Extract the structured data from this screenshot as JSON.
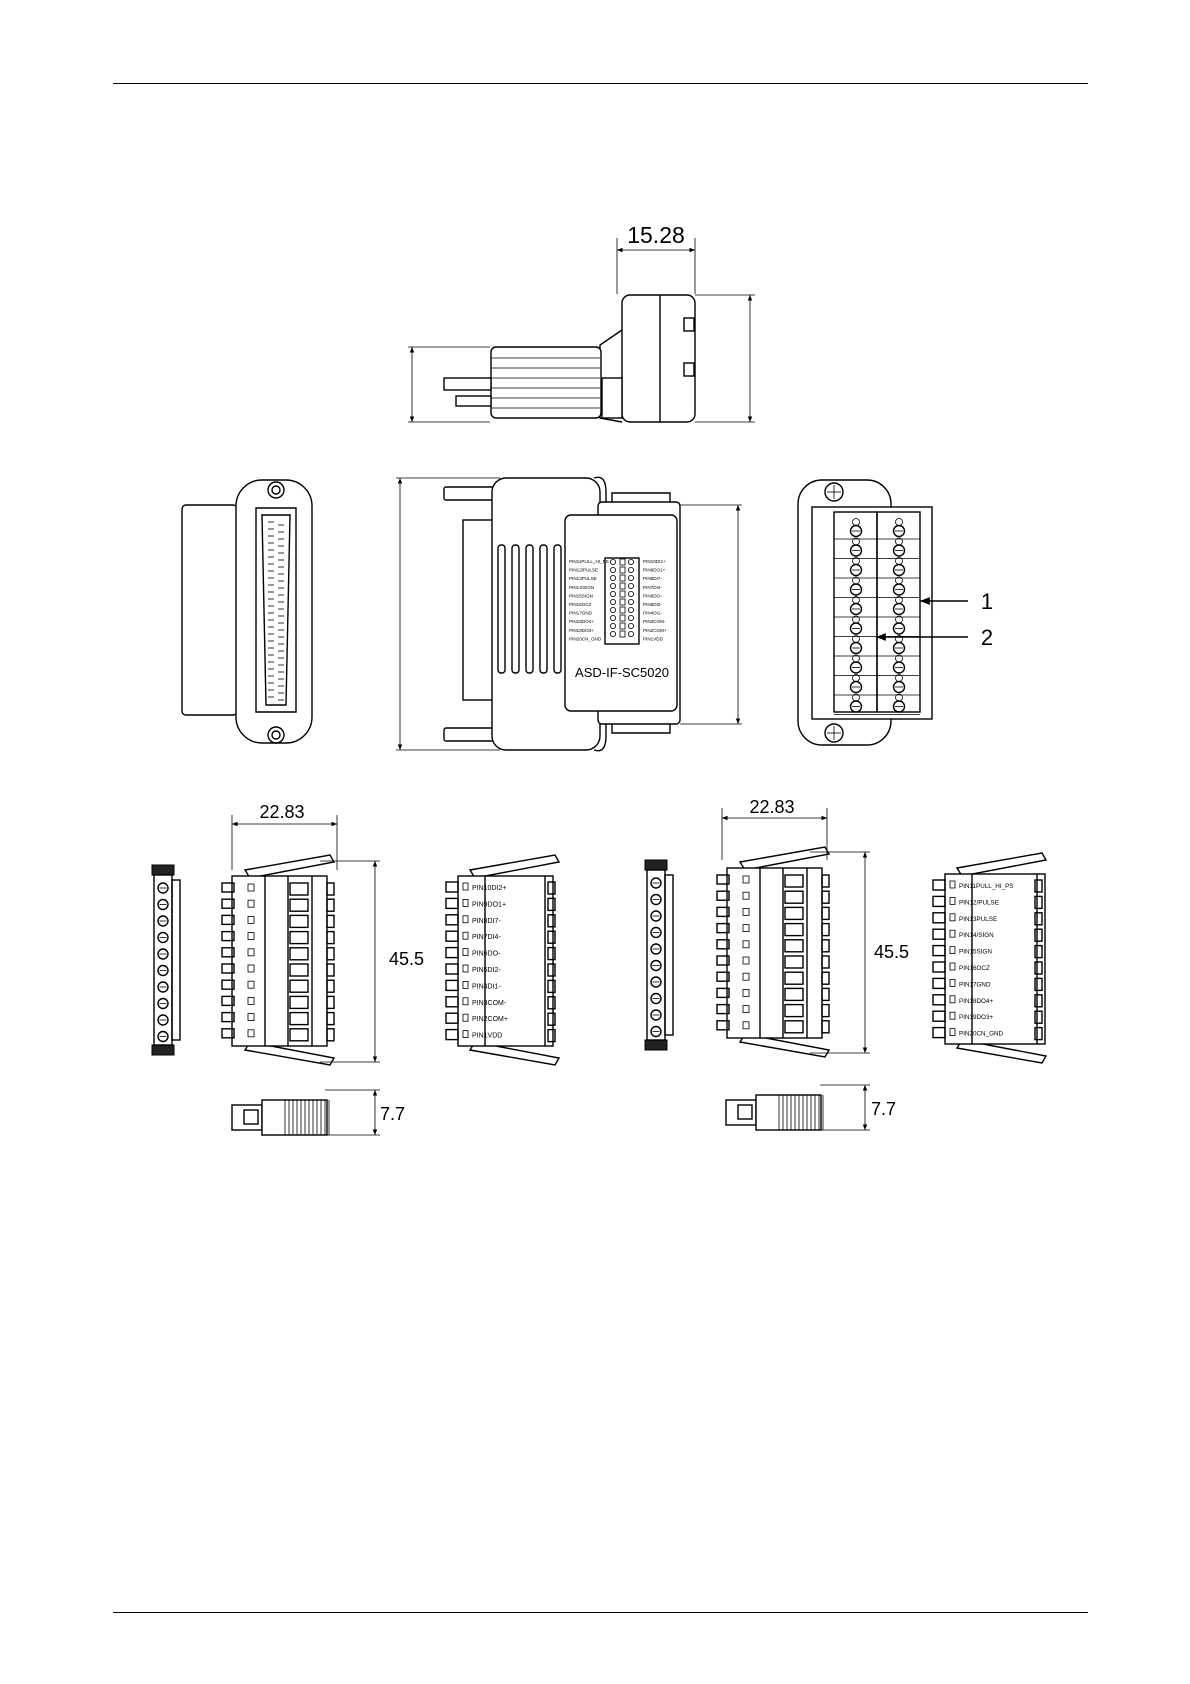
{
  "dimensions": {
    "top_view_width": "15.28",
    "left_plug_width": "22.83",
    "right_plug_width": "22.83",
    "left_plug_height": "45.5",
    "right_plug_height": "45.5",
    "left_plug_depth": "7.7",
    "right_plug_depth": "7.7"
  },
  "model_label": "ASD-IF-SC5020",
  "callouts": [
    "1",
    "2"
  ],
  "front_panel_pins": {
    "left": [
      "PIN11PULL_HI_PS",
      "PIN12/PULSE",
      "PIN13PULSE",
      "PIN14/SIGN",
      "PIN15SIGN",
      "PIN16OCZ",
      "PIN17GND",
      "PIN18DO4+",
      "PIN19DO3+",
      "PIN20CN_GND"
    ],
    "right": [
      "PIN10DI2+",
      "PIN9DO1+",
      "PIN8DI7-",
      "PIN7DI4-",
      "PIN6DO-",
      "PIN5DI2-",
      "PIN4DI1-",
      "PIN3COM-",
      "PIN2COM+",
      "PIN1VDD"
    ]
  },
  "plug_a_pins": [
    "PIN10DI2+",
    "PIN9DO1+",
    "PIN8DI7-",
    "PIN7DI4-",
    "PIN6DO-",
    "PIN5DI2-",
    "PIN4DI1-",
    "PIN3COM-",
    "PIN2COM+",
    "PIN1VDD"
  ],
  "plug_b_pins": [
    "PIN11PULL_HI_PS",
    "PIN12/PULSE",
    "PIN13PULSE",
    "PIN14/SIGN",
    "PIN15SIGN",
    "PIN16OCZ",
    "PIN17GND",
    "PIN18DO4+",
    "PIN19DO3+",
    "PIN20CN_GND"
  ]
}
